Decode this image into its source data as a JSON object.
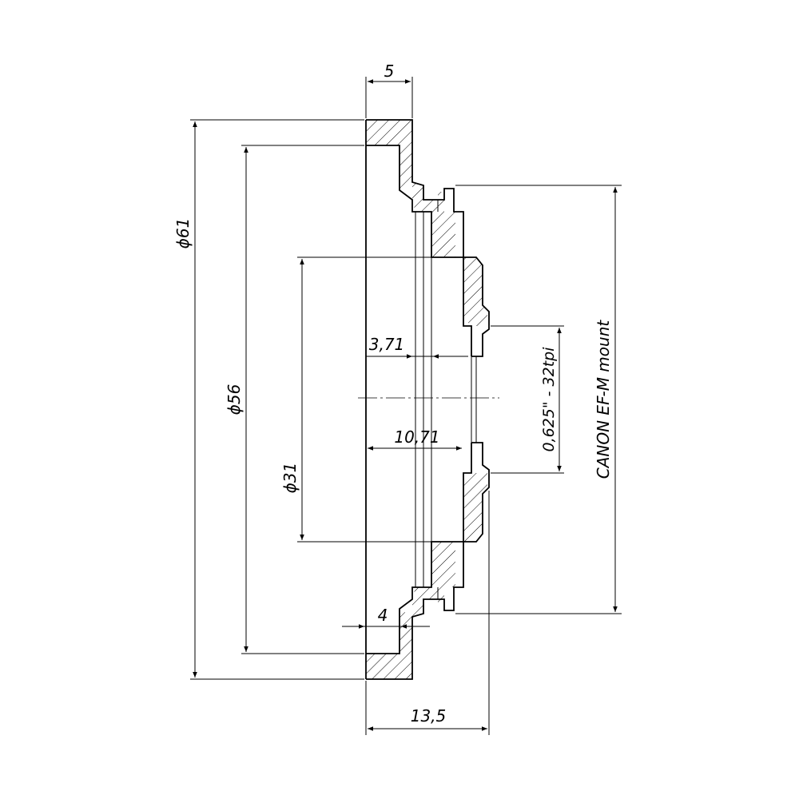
{
  "dimensions": {
    "d61": "ϕ61",
    "d56": "ϕ56",
    "d31": "ϕ31",
    "w5": "5",
    "w4": "4",
    "d371": "3,71",
    "d1071": "10,71",
    "d135": "13,5",
    "thread": "0,625\" - 32tpi",
    "mount": "CANON EF-M mount"
  },
  "colors": {
    "line": "#000000",
    "background": "#ffffff"
  }
}
